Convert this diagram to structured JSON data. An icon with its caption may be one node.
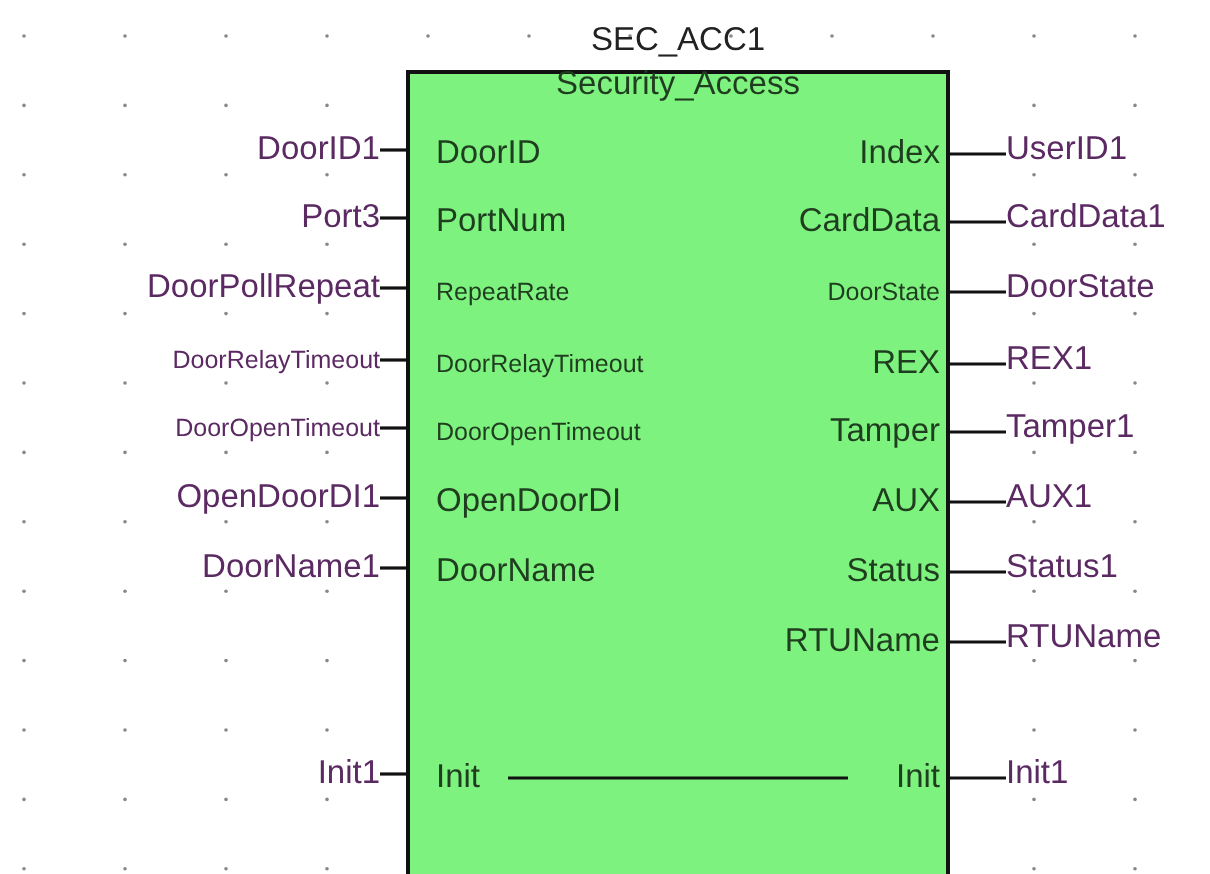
{
  "diagram": {
    "nodes": [
      {
        "text": [
          "SEC_ACC1",
          "Security_Access"
        ]
      },
      {
        "text": [
          "DoorID1"
        ]
      },
      {
        "text": [
          "DoorID"
        ],
        "in": 0
      },
      {
        "text": [
          "Index"
        ],
        "in": 0
      },
      {
        "text": [
          "UserID1"
        ]
      },
      {
        "text": [
          "Port3"
        ]
      },
      {
        "text": [
          "PortNum"
        ],
        "in": 0
      },
      {
        "text": [
          "CardData"
        ],
        "in": 0
      },
      {
        "text": [
          "CardData1"
        ]
      },
      {
        "text": [
          "DoorPollRepeat"
        ]
      },
      {
        "text": [
          "RepeatRate"
        ],
        "in": 0
      },
      {
        "text": [
          "DoorState"
        ],
        "in": 0
      },
      {
        "text": [
          "DoorState"
        ]
      },
      {
        "text": [
          "DoorRelayTimeout"
        ]
      },
      {
        "text": [
          "DoorRelayTimeout"
        ],
        "in": 0
      },
      {
        "text": [
          "REX"
        ],
        "in": 0
      },
      {
        "text": [
          "REX1"
        ]
      },
      {
        "text": [
          "DoorOpenTimeout"
        ]
      },
      {
        "text": [
          "DoorOpenTimeout"
        ],
        "in": 0
      },
      {
        "text": [
          "Tamper"
        ],
        "in": 0
      },
      {
        "text": [
          "Tamper1"
        ]
      },
      {
        "text": [
          "OpenDoorDI1"
        ]
      },
      {
        "text": [
          "OpenDoorDI"
        ],
        "in": 0
      },
      {
        "text": [
          "AUX"
        ],
        "in": 0
      },
      {
        "text": [
          "AUX1"
        ]
      },
      {
        "text": [
          "DoorName1"
        ]
      },
      {
        "text": [
          "DoorName"
        ],
        "in": 0
      },
      {
        "text": [
          "Status"
        ],
        "in": 0
      },
      {
        "text": [
          "Status1"
        ]
      },
      {
        "text": [
          "RTUName"
        ],
        "in": 0
      },
      {
        "text": [
          "RTUName"
        ]
      },
      {
        "text": [
          "Init1"
        ]
      },
      {
        "text": [
          "Init"
        ],
        "in": 0
      },
      {
        "text": [
          "Init"
        ],
        "in": 0
      },
      {
        "text": [
          "Init1"
        ]
      }
    ],
    "edges": [
      {
        "from": 1,
        "to": 2,
        "arrow": "none"
      },
      {
        "from": 3,
        "to": 4,
        "arrow": "none"
      },
      {
        "from": 5,
        "to": 6,
        "arrow": "none"
      },
      {
        "from": 7,
        "to": 8,
        "arrow": "none"
      },
      {
        "from": 9,
        "to": 10,
        "arrow": "none"
      },
      {
        "from": 11,
        "to": 12,
        "arrow": "none"
      },
      {
        "from": 13,
        "to": 14,
        "arrow": "none"
      },
      {
        "from": 15,
        "to": 16,
        "arrow": "none"
      },
      {
        "from": 17,
        "to": 18,
        "arrow": "none"
      },
      {
        "from": 19,
        "to": 20,
        "arrow": "none"
      },
      {
        "from": 21,
        "to": 22,
        "arrow": "none"
      },
      {
        "from": 23,
        "to": 24,
        "arrow": "none"
      },
      {
        "from": 25,
        "to": 26,
        "arrow": "none"
      },
      {
        "from": 27,
        "to": 28,
        "arrow": "none"
      },
      {
        "from": 29,
        "to": 30,
        "arrow": "none"
      },
      {
        "from": 31,
        "to": 32,
        "arrow": "none"
      },
      {
        "from": 32,
        "to": 33,
        "arrow": "none"
      },
      {
        "from": 33,
        "to": 34,
        "arrow": "none"
      }
    ]
  }
}
